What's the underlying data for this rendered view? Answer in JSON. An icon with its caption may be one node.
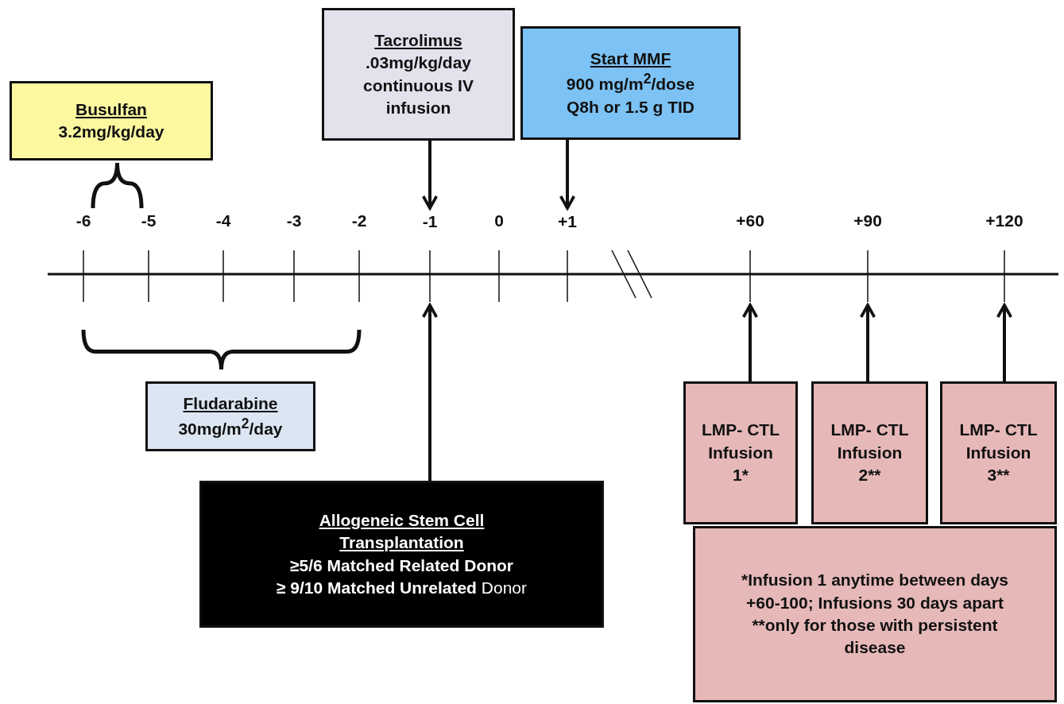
{
  "diagram": {
    "nodes": [
      {
        "text": [
          "Busulfan",
          "3.2mg/kg/day"
        ]
      },
      {
        "text": [
          "Tacrolimus",
          ".03mg/kg/day continuous IV infusion"
        ]
      },
      {
        "text": [
          "Start MMF",
          "900 mg/m$^{2}$/dose Q8h or 1.5 g TID"
        ]
      },
      {
        "text": [
          "Fludarabine",
          "30mg/m$^{2}$/day"
        ]
      },
      {
        "text": [
          "Allogeneic Stem Cell Transplantation",
          "**≥5/6 Matched Related Donor**",
          "**≥ 9/10 Matched Unrelated** Donor"
        ]
      },
      {
        "text": [
          "LMP- CTL Infusion 1*"
        ]
      },
      {
        "text": [
          "LMP- CTL Infusion 2**"
        ]
      },
      {
        "text": [
          "LMP- CTL Infusion 3**"
        ]
      },
      {
        "text": [
          "*Infusion 1 anytime between days +60-100; Infusions 30 days apart",
          "**only for those with persistent disease"
        ]
      },
      {
        "text": [
          "-1"
        ]
      },
      {
        "text": [
          "+1"
        ]
      }
    ],
    "edges": [
      {
        "from": 1,
        "to": 9,
        "arrow": "to"
      },
      {
        "from": 2,
        "to": 10,
        "arrow": "to"
      },
      {
        "from": 4,
        "to": null,
        "arrow": "to"
      },
      {
        "from": 5,
        "to": null,
        "arrow": "to"
      },
      {
        "from": 6,
        "to": null,
        "arrow": "to"
      },
      {
        "from": 7,
        "to": null,
        "arrow": "to"
      }
    ],
    "labels": [
      "-6",
      "-5",
      "-4",
      "-3",
      "-2",
      "0",
      "+60",
      "+90",
      "+120"
    ]
  }
}
